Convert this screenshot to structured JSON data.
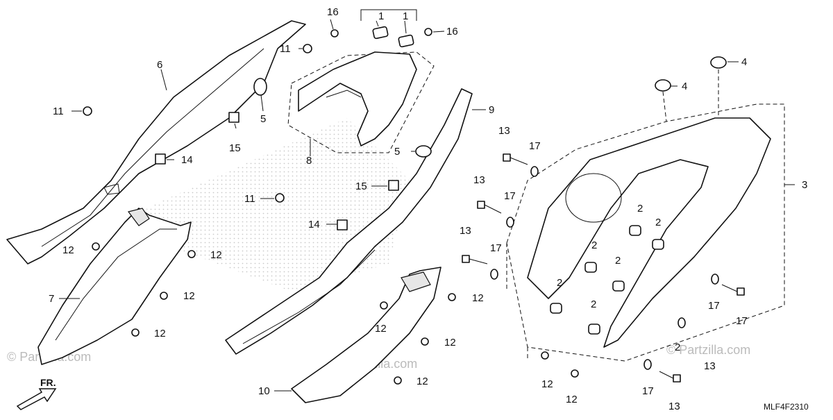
{
  "diagram": {
    "code": "MLF4F2310",
    "front_label": "FR.",
    "watermark": "© Partzilla.com",
    "callouts": {
      "c1a": "1",
      "c1b": "1",
      "c2a": "2",
      "c2b": "2",
      "c2c": "2",
      "c2d": "2",
      "c2e": "2",
      "c2f": "2",
      "c2g": "2",
      "c3": "3",
      "c4a": "4",
      "c4b": "4",
      "c5a": "5",
      "c5b": "5",
      "c6": "6",
      "c7": "7",
      "c8": "8",
      "c9": "9",
      "c10": "10",
      "c11a": "11",
      "c11b": "11",
      "c11c": "11",
      "c12a": "12",
      "c12b": "12",
      "c12c": "12",
      "c12d": "12",
      "c12e": "12",
      "c12f": "12",
      "c12g": "12",
      "c12h": "12",
      "c12i": "12",
      "c12j": "12",
      "c13a": "13",
      "c13b": "13",
      "c13c": "13",
      "c13d": "13",
      "c13e": "13",
      "c14a": "14",
      "c14b": "14",
      "c15a": "15",
      "c15b": "15",
      "c16a": "16",
      "c16b": "16",
      "c17a": "17",
      "c17b": "17",
      "c17c": "17",
      "c17d": "17",
      "c17e": "17",
      "c17f": "17"
    }
  }
}
